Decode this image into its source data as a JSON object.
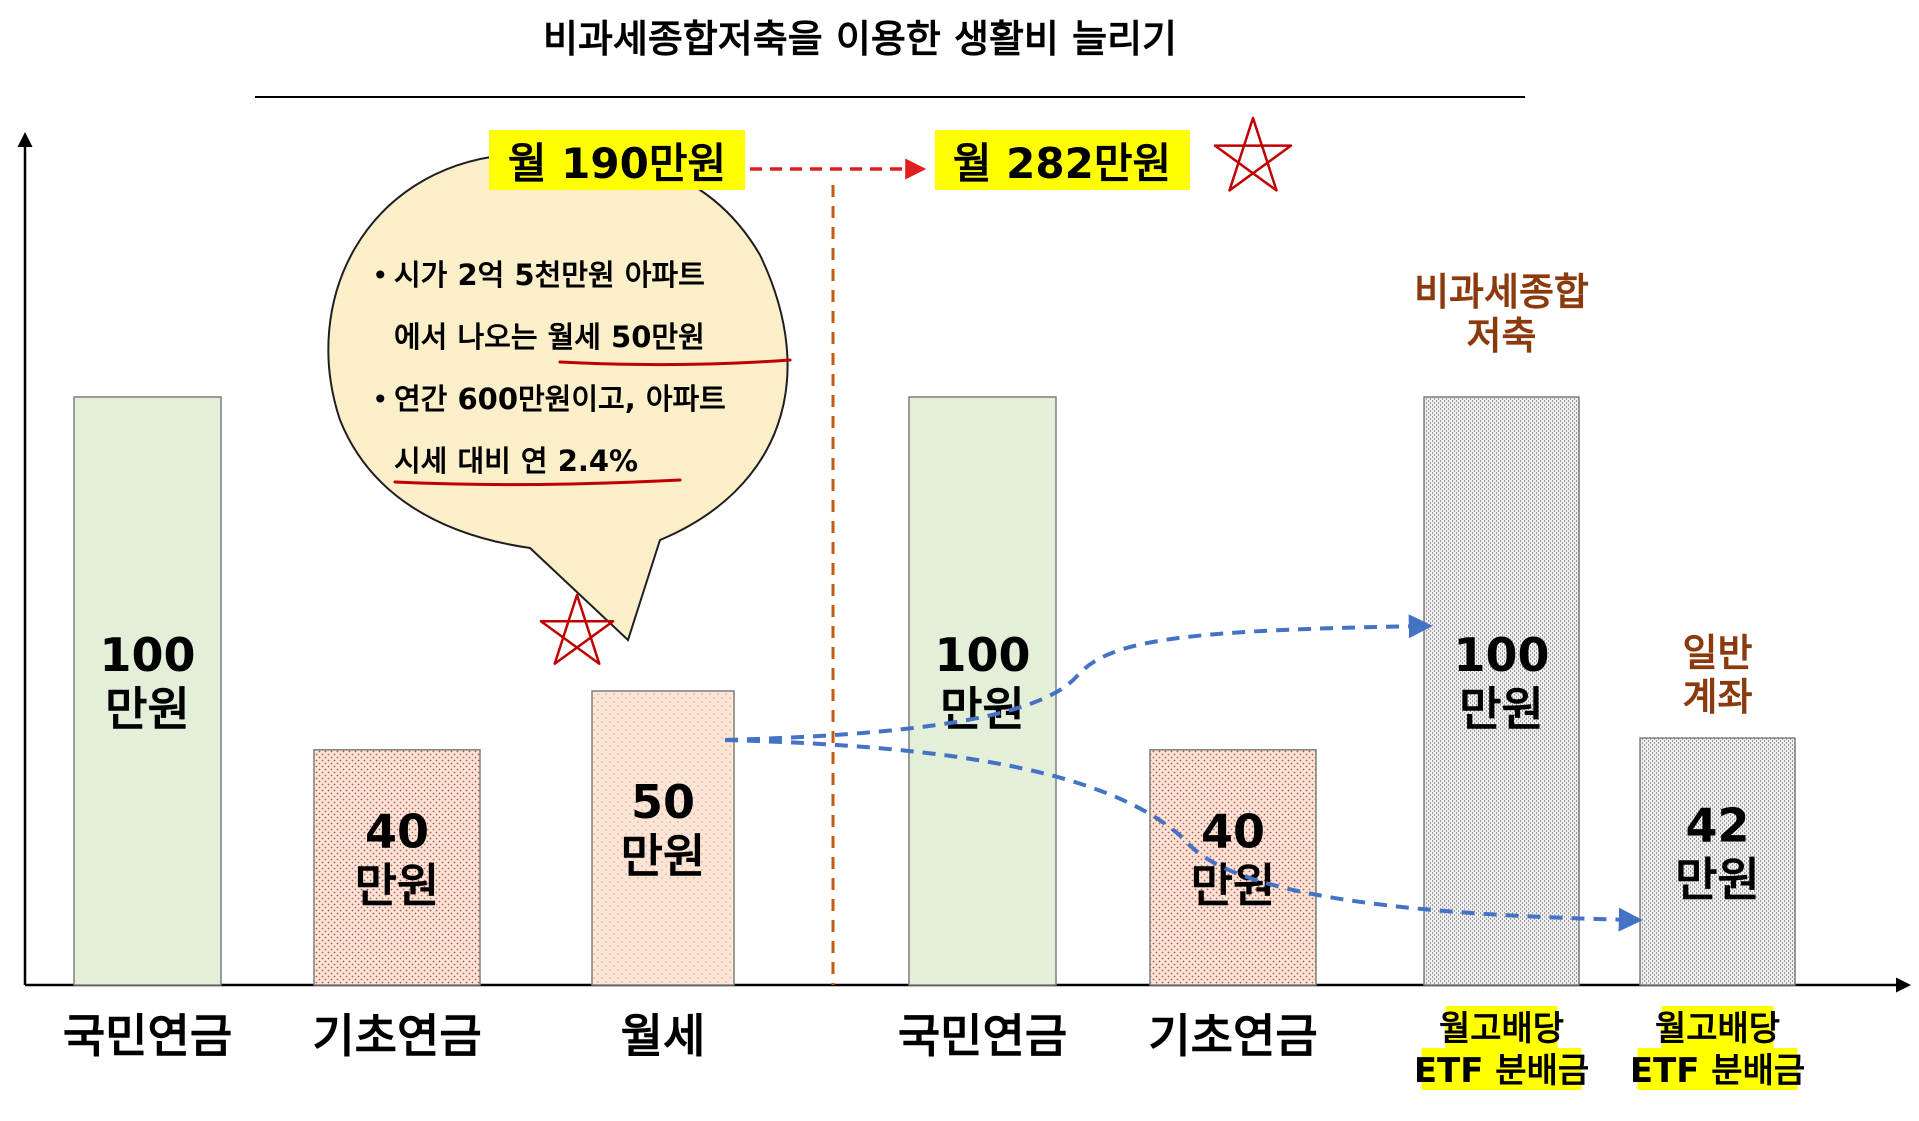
{
  "chart_data": {
    "type": "bar",
    "title": "비과세종합저축을 이용한 생활비 늘리기",
    "before_total": "월 190만원",
    "after_total": "월 282만원",
    "bars": [
      {
        "id": "b1",
        "group": "before",
        "category": "국민연금",
        "value": 100,
        "label": [
          "100",
          "만원"
        ],
        "fill": "#e3efd9",
        "pattern": "none"
      },
      {
        "id": "b2",
        "group": "before",
        "category": "기초연금",
        "value": 40,
        "label": [
          "40",
          "만원"
        ],
        "fill": "#fbe5d6",
        "pattern": "reddots"
      },
      {
        "id": "b3",
        "group": "before",
        "category": "월세",
        "value": 50,
        "label": [
          "50",
          "만원"
        ],
        "fill": "#fbe5d6",
        "pattern": "lightdots"
      },
      {
        "id": "b4",
        "group": "after",
        "category": "국민연금",
        "value": 100,
        "label": [
          "100",
          "만원"
        ],
        "fill": "#e3efd9",
        "pattern": "none"
      },
      {
        "id": "b5",
        "group": "after",
        "category": "기초연금",
        "value": 40,
        "label": [
          "40",
          "만원"
        ],
        "fill": "#fbe5d6",
        "pattern": "reddots"
      },
      {
        "id": "b6",
        "group": "after",
        "category": "월고배당\nETF 분배금",
        "value": 100,
        "label": [
          "100",
          "만원"
        ],
        "fill": "#eeeeee",
        "pattern": "greydots",
        "top_label": [
          "비과세종합",
          "저축"
        ],
        "highlight": true
      },
      {
        "id": "b7",
        "group": "after",
        "category": "월고배당\nETF 분배금",
        "value": 42,
        "label": [
          "42",
          "만원"
        ],
        "fill": "#eeeeee",
        "pattern": "greydots",
        "top_label": [
          "일반",
          "계좌"
        ],
        "highlight": true
      }
    ],
    "callout": {
      "bullets": [
        [
          "시가 2억 5천만원 아파트",
          "에서 나오는 월세 50만원"
        ],
        [
          "연간 600만원이고, 아파트",
          "시세 대비 연 2.4%"
        ]
      ]
    },
    "colors": {
      "green_bar": "#e3efd9",
      "peach_bar": "#fbe5d6",
      "grey_bar": "#eeeeee",
      "highlight": "#ffff00",
      "brown_text": "#8b3a0e",
      "arrow_red": "#e02020",
      "arrow_blue": "#4472c4",
      "divider": "#c55a11",
      "callout_fill": "#fbefc9",
      "underline": "#c00000"
    }
  }
}
